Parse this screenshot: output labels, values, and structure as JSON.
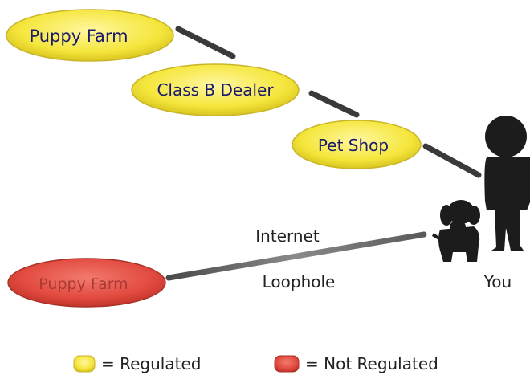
{
  "chain": {
    "puppy_farm": "Puppy Farm",
    "class_b_dealer": "Class B Dealer",
    "pet_shop": "Pet Shop"
  },
  "loophole": {
    "puppy_farm": "Puppy Farm",
    "internet": "Internet",
    "loophole": "Loophole"
  },
  "you_label": "You",
  "legend": {
    "regulated": "= Regulated",
    "not_regulated": "= Not Regulated"
  },
  "colors": {
    "regulated": "#f5e63c",
    "not_regulated": "#e24a3f",
    "connector": "#3a3a3a",
    "silhouette": "#1c1c1c"
  },
  "icons": {
    "person": "person-silhouette-icon",
    "dog": "dog-silhouette-icon"
  }
}
